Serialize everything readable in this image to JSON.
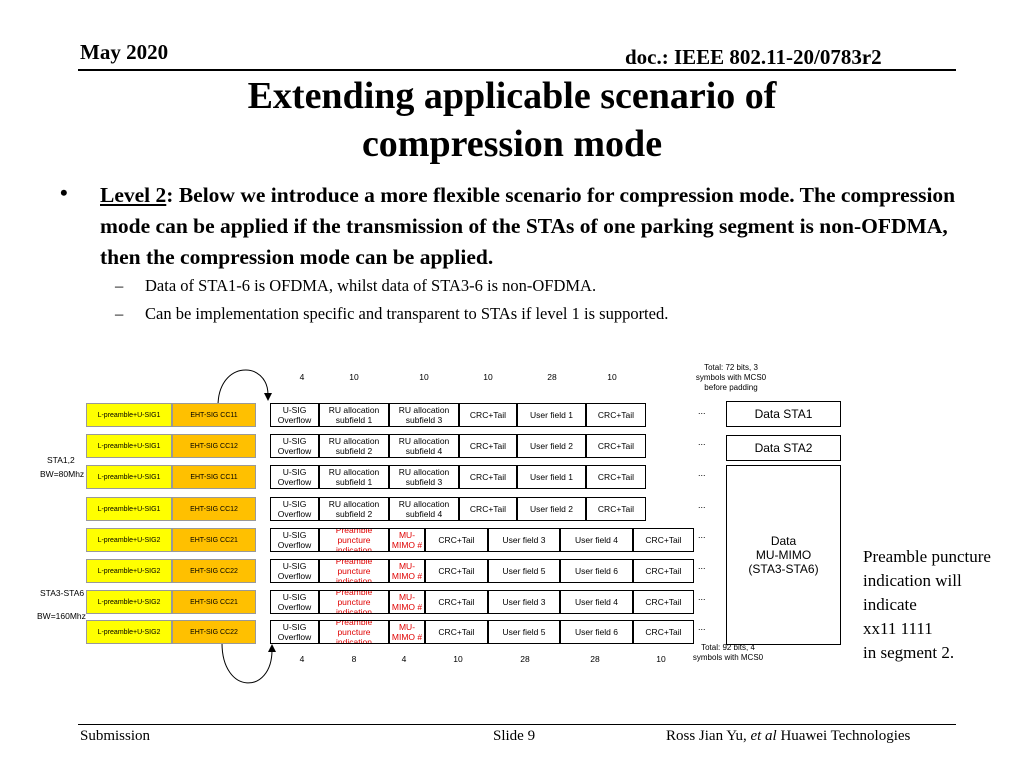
{
  "header": {
    "date": "May 2020",
    "doc": "doc.: IEEE 802.11-20/0783r2"
  },
  "title": "Extending applicable scenario of compression mode",
  "bullet": {
    "marker": "•",
    "level_label": "Level 2",
    "text": ": Below we introduce a more flexible scenario for compression mode. The compression mode can be applied if the transmission of the STAs of one parking segment is non-OFDMA, then the compression mode can be applied.",
    "subs": [
      "Data of STA1-6 is OFDMA, whilst data of STA3-6 is non-OFDMA.",
      "Can be implementation specific and transparent to STAs if level 1 is supported."
    ],
    "dash": "–"
  },
  "diagram": {
    "top_note": "Total: 72 bits, 3 symbols with MCS0 before padding",
    "bottom_note": "Total: 92 bits, 4 symbols with MCS0",
    "top_numbers": [
      "4",
      "10",
      "10",
      "10",
      "28",
      "10"
    ],
    "bottom_numbers": [
      "4",
      "8",
      "4",
      "10",
      "28",
      "28",
      "10"
    ],
    "left_labels": {
      "sta12": "STA1,2",
      "bw80": "BW=80Mhz",
      "sta36": "STA3-STA6",
      "bw160": "BW=160Mhz"
    },
    "preambles": [
      "L-preamble+U-SIG1",
      "L-preamble+U-SIG1",
      "L-preamble+U-SIG1",
      "L-preamble+U-SIG1",
      "L-preamble+U-SIG2",
      "L-preamble+U-SIG2",
      "L-preamble+U-SIG2",
      "L-preamble+U-SIG2"
    ],
    "eht": [
      "EHT-SIG CC11",
      "EHT-SIG CC12",
      "EHT-SIG CC11",
      "EHT-SIG CC12",
      "EHT-SIG CC21",
      "EHT-SIG CC22",
      "EHT-SIG CC21",
      "EHT-SIG CC22"
    ],
    "rows_a": [
      [
        "U-SIG Overflow",
        "RU allocation subfield 1",
        "RU allocation subfield 3",
        "CRC+Tail",
        "User field 1",
        "CRC+Tail"
      ],
      [
        "U-SIG Overflow",
        "RU allocation subfield 2",
        "RU allocation subfield 4",
        "CRC+Tail",
        "User field 2",
        "CRC+Tail"
      ],
      [
        "U-SIG Overflow",
        "RU allocation subfield 1",
        "RU allocation subfield 3",
        "CRC+Tail",
        "User field 1",
        "CRC+Tail"
      ],
      [
        "U-SIG Overflow",
        "RU allocation subfield 2",
        "RU allocation subfield 4",
        "CRC+Tail",
        "User field 2",
        "CRC+Tail"
      ]
    ],
    "rows_b": [
      [
        "U-SIG Overflow",
        "Preamble puncture indication",
        "MU-MIMO #",
        "CRC+Tail",
        "User field 3",
        "User field 4",
        "CRC+Tail"
      ],
      [
        "U-SIG Overflow",
        "Preamble puncture indication",
        "MU-MIMO #",
        "CRC+Tail",
        "User field 5",
        "User field 6",
        "CRC+Tail"
      ],
      [
        "U-SIG Overflow",
        "Preamble puncture indication",
        "MU-MIMO #",
        "CRC+Tail",
        "User field 3",
        "User field 4",
        "CRC+Tail"
      ],
      [
        "U-SIG Overflow",
        "Preamble puncture indication",
        "MU-MIMO #",
        "CRC+Tail",
        "User field 5",
        "User field 6",
        "CRC+Tail"
      ]
    ],
    "dots": "...",
    "data_sta1": "Data STA1",
    "data_sta2": "Data STA2",
    "data_mumimo": [
      "Data",
      "MU-MIMO",
      "(STA3-STA6)"
    ]
  },
  "side_note": [
    "Preamble puncture",
    "indication will",
    "indicate",
    "xx11 1111",
    "in segment 2."
  ],
  "footer": {
    "left": "Submission",
    "center": "Slide 9",
    "author": "Ross Jian Yu, ",
    "etal": "et al",
    "org": " Huawei Technologies"
  }
}
